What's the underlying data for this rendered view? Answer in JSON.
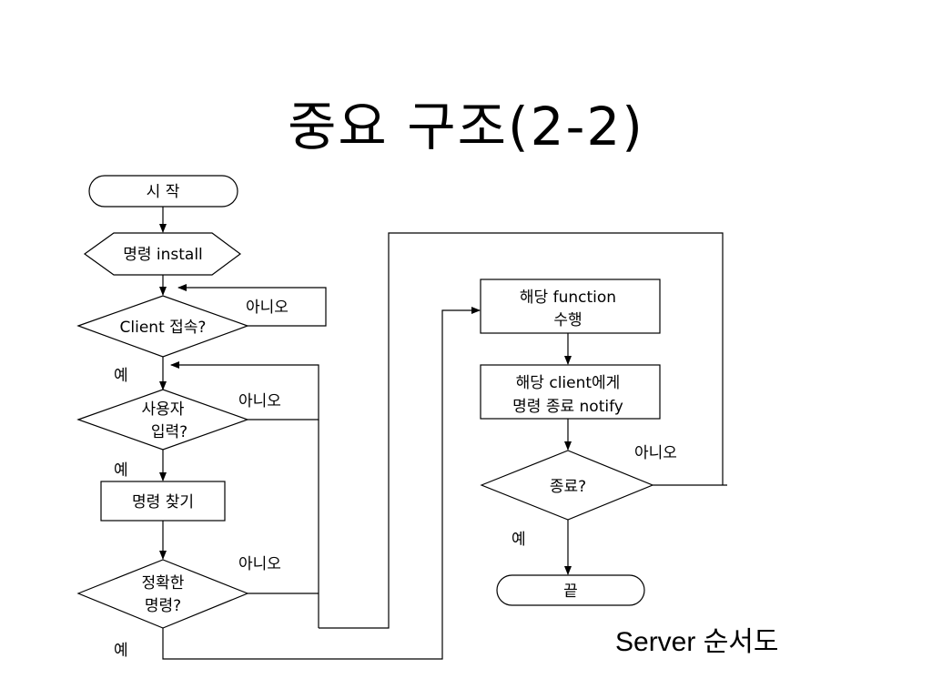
{
  "title": "중요 구조(2-2)",
  "caption": "Server 순서도",
  "nodes": {
    "start": "시 작",
    "install": "명령 install",
    "client_connect": "Client 접속?",
    "user_input": [
      "사용자",
      "입력?"
    ],
    "find_command": "명령 찾기",
    "valid_command": [
      "정확한",
      "명령?"
    ],
    "exec_function": [
      "해당 function",
      "수행"
    ],
    "notify_client": [
      "해당 client에게",
      "명령 종료 notify"
    ],
    "terminate": "종료?",
    "end": "끝"
  },
  "edge_labels": {
    "client_no": "아니오",
    "client_yes": "예",
    "input_no": "아니오",
    "input_yes": "예",
    "valid_no": "아니오",
    "valid_yes": "예",
    "terminate_no": "아니오",
    "terminate_yes": "예"
  }
}
